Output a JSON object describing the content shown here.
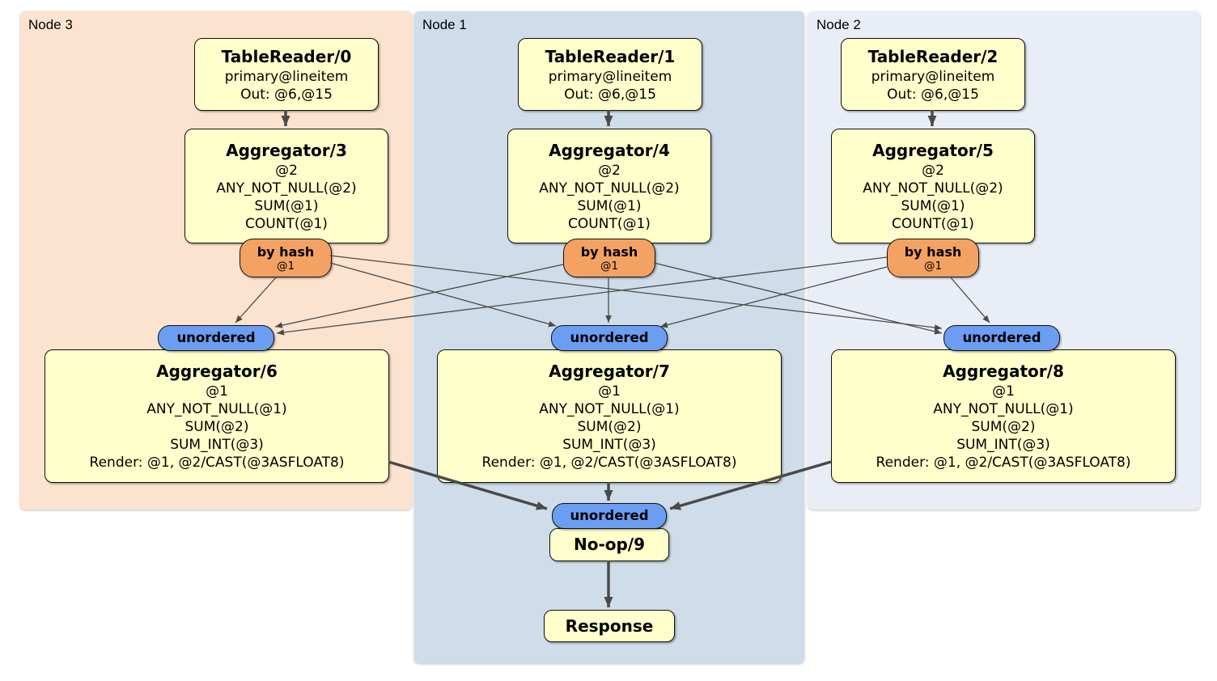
{
  "diagram": {
    "panels": [
      {
        "id": "node3",
        "label": "Node 3",
        "color": "#FCE3CF"
      },
      {
        "id": "node1",
        "label": "Node 1",
        "color": "#CEDDE9"
      },
      {
        "id": "node2",
        "label": "Node 2",
        "color": "#E9EEF6"
      }
    ],
    "nodes": [
      {
        "id": "tr0",
        "type": "processor",
        "title": "TableReader/0",
        "lines": [
          "primary@lineitem",
          "Out: @6,@15"
        ],
        "panel": "Node 3"
      },
      {
        "id": "tr1",
        "type": "processor",
        "title": "TableReader/1",
        "lines": [
          "primary@lineitem",
          "Out: @6,@15"
        ],
        "panel": "Node 1"
      },
      {
        "id": "tr2",
        "type": "processor",
        "title": "TableReader/2",
        "lines": [
          "primary@lineitem",
          "Out: @6,@15"
        ],
        "panel": "Node 2"
      },
      {
        "id": "agg3",
        "type": "processor",
        "title": "Aggregator/3",
        "lines": [
          "@2",
          "ANY_NOT_NULL(@2)",
          "SUM(@1)",
          "COUNT(@1)"
        ],
        "panel": "Node 3"
      },
      {
        "id": "agg4",
        "type": "processor",
        "title": "Aggregator/4",
        "lines": [
          "@2",
          "ANY_NOT_NULL(@2)",
          "SUM(@1)",
          "COUNT(@1)"
        ],
        "panel": "Node 1"
      },
      {
        "id": "agg5",
        "type": "processor",
        "title": "Aggregator/5",
        "lines": [
          "@2",
          "ANY_NOT_NULL(@2)",
          "SUM(@1)",
          "COUNT(@1)"
        ],
        "panel": "Node 2"
      },
      {
        "id": "byhash3",
        "type": "router",
        "title": "by hash",
        "lines": [
          "@1"
        ],
        "panel": "Node 3"
      },
      {
        "id": "byhash4",
        "type": "router",
        "title": "by hash",
        "lines": [
          "@1"
        ],
        "panel": "Node 1"
      },
      {
        "id": "byhash5",
        "type": "router",
        "title": "by hash",
        "lines": [
          "@1"
        ],
        "panel": "Node 2"
      },
      {
        "id": "unordered3",
        "type": "sync",
        "title": "unordered",
        "lines": [],
        "panel": "Node 3"
      },
      {
        "id": "unordered1",
        "type": "sync",
        "title": "unordered",
        "lines": [],
        "panel": "Node 1"
      },
      {
        "id": "unordered2",
        "type": "sync",
        "title": "unordered",
        "lines": [],
        "panel": "Node 2"
      },
      {
        "id": "agg6",
        "type": "processor",
        "title": "Aggregator/6",
        "lines": [
          "@1",
          "ANY_NOT_NULL(@1)",
          "SUM(@2)",
          "SUM_INT(@3)",
          "Render: @1, @2/CAST(@3ASFLOAT8)"
        ],
        "panel": "Node 3"
      },
      {
        "id": "agg7",
        "type": "processor",
        "title": "Aggregator/7",
        "lines": [
          "@1",
          "ANY_NOT_NULL(@1)",
          "SUM(@2)",
          "SUM_INT(@3)",
          "Render: @1, @2/CAST(@3ASFLOAT8)"
        ],
        "panel": "Node 1"
      },
      {
        "id": "agg8",
        "type": "processor",
        "title": "Aggregator/8",
        "lines": [
          "@1",
          "ANY_NOT_NULL(@1)",
          "SUM(@2)",
          "SUM_INT(@3)",
          "Render: @1, @2/CAST(@3ASFLOAT8)"
        ],
        "panel": "Node 2"
      },
      {
        "id": "unordered_final",
        "type": "sync",
        "title": "unordered",
        "lines": [],
        "panel": "Node 1"
      },
      {
        "id": "noop",
        "type": "processor",
        "title": "No-op/9",
        "lines": [],
        "panel": "Node 1"
      },
      {
        "id": "response",
        "type": "processor",
        "title": "Response",
        "lines": [],
        "panel": "Node 1"
      }
    ],
    "edges": [
      {
        "from": "tr0",
        "to": "agg3",
        "kind": "flow"
      },
      {
        "from": "tr1",
        "to": "agg4",
        "kind": "flow"
      },
      {
        "from": "tr2",
        "to": "agg5",
        "kind": "flow"
      },
      {
        "from": "byhash3",
        "to": "unordered3",
        "kind": "stream"
      },
      {
        "from": "byhash3",
        "to": "unordered1",
        "kind": "stream"
      },
      {
        "from": "byhash3",
        "to": "unordered2",
        "kind": "stream"
      },
      {
        "from": "byhash4",
        "to": "unordered3",
        "kind": "stream"
      },
      {
        "from": "byhash4",
        "to": "unordered1",
        "kind": "stream"
      },
      {
        "from": "byhash4",
        "to": "unordered2",
        "kind": "stream"
      },
      {
        "from": "byhash5",
        "to": "unordered3",
        "kind": "stream"
      },
      {
        "from": "byhash5",
        "to": "unordered1",
        "kind": "stream"
      },
      {
        "from": "byhash5",
        "to": "unordered2",
        "kind": "stream"
      },
      {
        "from": "agg6",
        "to": "unordered_final",
        "kind": "flow"
      },
      {
        "from": "agg7",
        "to": "unordered_final",
        "kind": "flow"
      },
      {
        "from": "agg8",
        "to": "unordered_final",
        "kind": "flow"
      },
      {
        "from": "noop",
        "to": "response",
        "kind": "flow"
      }
    ],
    "colors": {
      "panel_node3": "#FCE3CF",
      "panel_node1": "#CEDDE9",
      "panel_node2": "#E9EEF6",
      "processor_fill": "#FFFFCC",
      "router_fill": "#F4A263",
      "sync_fill": "#6B9EF2",
      "edge": "#4A4A4A",
      "border": "#111111"
    }
  }
}
